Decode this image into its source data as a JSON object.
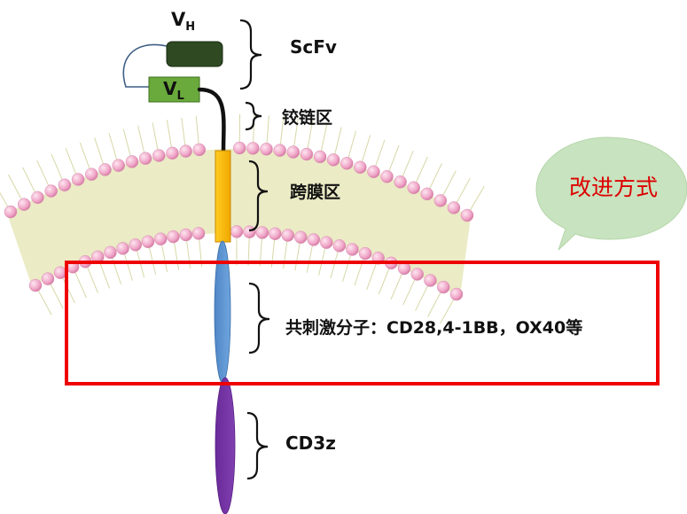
{
  "labels": {
    "vh_main": "V",
    "vh_sub": "H",
    "vl_main": "V",
    "vl_sub": "L",
    "scfv": "ScFv",
    "hinge": "铰链区",
    "transmembrane": "跨膜区",
    "costim": "共刺激分子：CD28,4-1BB，OX40等",
    "cd3z": "CD3z",
    "callout": "改进方式"
  },
  "colors": {
    "vh_domain": "#2f4a23",
    "vl_domain": "#6aaa3c",
    "transmembrane": "#f5b800",
    "costim_domain": "#5f97d4",
    "cd3z_domain": "#7030a0",
    "lipid_head": "#f0a6c8",
    "lipid_tail": "#e9e9c0",
    "highlight_box": "#ee0000",
    "callout_fill": "#c8e3bf",
    "callout_text": "#dd0000"
  },
  "icons": [
    "cell-membrane-bilayer",
    "bracket-icon",
    "speech-bubble"
  ]
}
